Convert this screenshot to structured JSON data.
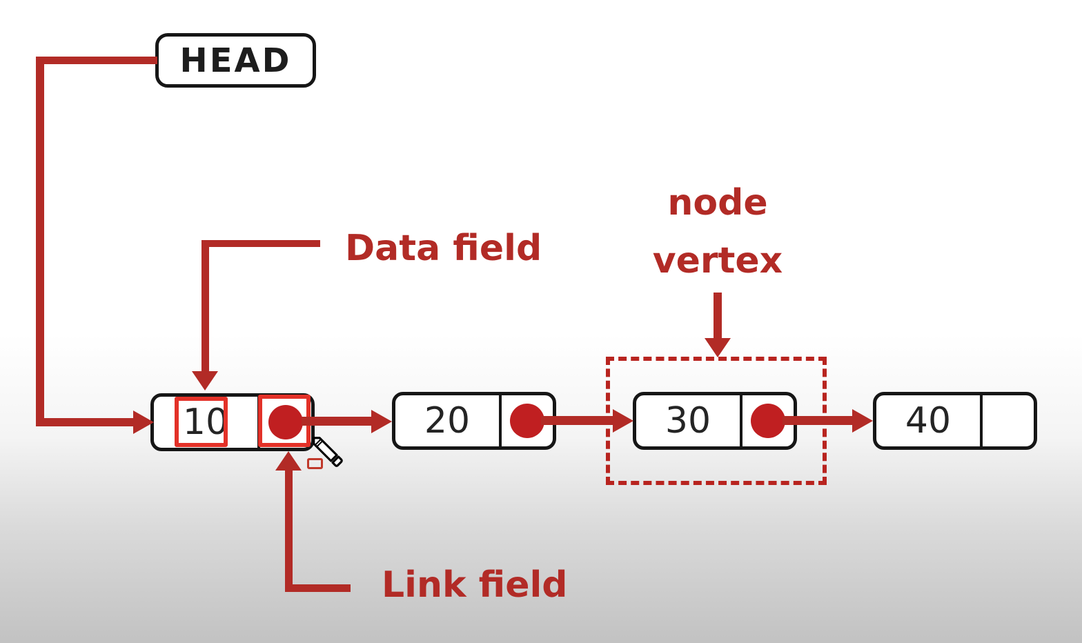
{
  "diagram": {
    "title_semantic": "singly linked list structure",
    "head": {
      "label": "HEAD"
    },
    "nodes": [
      {
        "value": "10",
        "has_pointer": true
      },
      {
        "value": "20",
        "has_pointer": true
      },
      {
        "value": "30",
        "has_pointer": true
      },
      {
        "value": "40",
        "has_pointer": false
      }
    ],
    "annotations": {
      "data_field": "Data field",
      "link_field": "Link field",
      "node_vertex_line1": "node",
      "node_vertex_line2": "vertex"
    },
    "colors": {
      "arrow_red": "#b22b26",
      "pointer_dot_red": "#c01f21",
      "highlight_red": "#e33128",
      "dashed_box_red": "#b8241f",
      "box_border_black": "#161616"
    },
    "cursor": {
      "type": "pencil annotation cursor"
    }
  }
}
